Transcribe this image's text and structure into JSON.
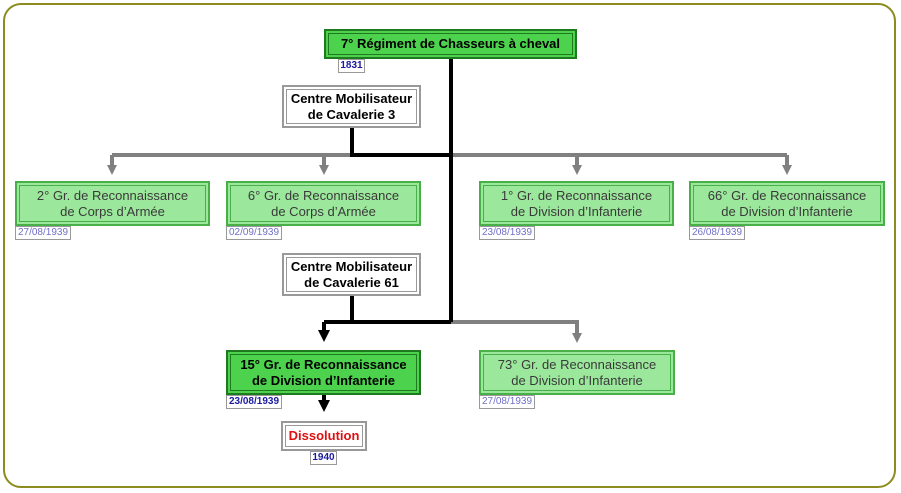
{
  "nodes": {
    "root": {
      "lines": [
        "7° Régiment de Chasseurs à cheval"
      ],
      "date": "1831"
    },
    "cmc3": {
      "lines": [
        "Centre Mobilisateur",
        "de Cavalerie 3"
      ]
    },
    "grca2": {
      "lines": [
        "2° Gr. de Reconnaissance",
        "de Corps d’Armée"
      ],
      "date": "27/08/1939"
    },
    "grca6": {
      "lines": [
        "6° Gr. de Reconnaissance",
        "de Corps d’Armée"
      ],
      "date": "02/09/1939"
    },
    "gdri1": {
      "lines": [
        "1° Gr. de Reconnaissance",
        "de Division d’Infanterie"
      ],
      "date": "23/08/1939"
    },
    "gdri66": {
      "lines": [
        "66° Gr. de Reconnaissance",
        "de Division d’Infanterie"
      ],
      "date": "26/08/1939"
    },
    "cmc61": {
      "lines": [
        "Centre Mobilisateur",
        "de Cavalerie 61"
      ]
    },
    "gdri15": {
      "lines": [
        "15° Gr. de Reconnaissance",
        "de Division d’Infanterie"
      ],
      "date": "23/08/1939"
    },
    "gdri73": {
      "lines": [
        "73° Gr. de Reconnaissance",
        "de Division d’Infanterie"
      ],
      "date": "27/08/1939"
    },
    "dissolution": {
      "lines": [
        "Dissolution"
      ],
      "date": "1940"
    }
  },
  "colors": {
    "frame": "#8c8c1e",
    "main_fill": "#4cd24c",
    "light_fill": "#9be79b",
    "dark_line": "#000000",
    "grey_line": "#808080",
    "dissolution_text": "#e01010"
  }
}
